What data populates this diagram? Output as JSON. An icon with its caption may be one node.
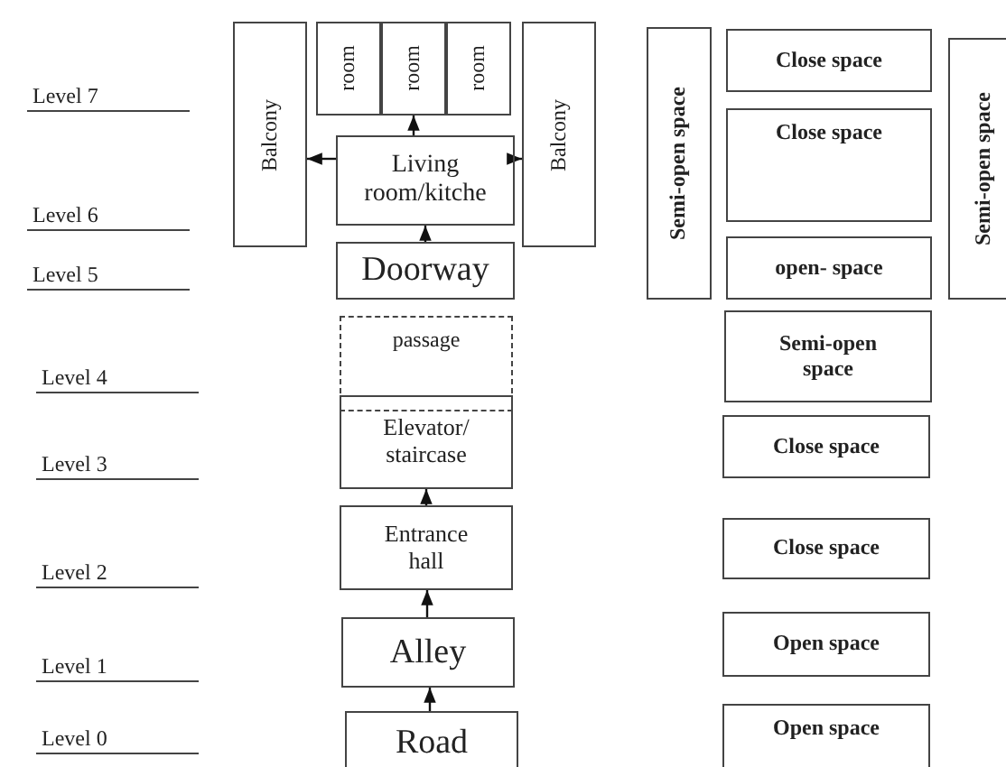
{
  "diagram": {
    "nodes": [
      {
        "text": [
          "Balcony"
        ]
      },
      {
        "text": [
          "room"
        ]
      },
      {
        "text": [
          "room"
        ]
      },
      {
        "text": [
          "room"
        ]
      },
      {
        "text": [
          "Balcony"
        ]
      },
      {
        "text": [
          "Living room/kitche"
        ]
      },
      {
        "text": [
          "Doorway"
        ]
      },
      {
        "text": [
          "passage"
        ]
      },
      {
        "text": [
          "Elevator/ staircase"
        ]
      },
      {
        "text": [
          "Entrance hall"
        ]
      },
      {
        "text": [
          "Alley"
        ]
      },
      {
        "text": [
          "Road"
        ]
      },
      {
        "text": [
          "Semi-open space"
        ]
      },
      {
        "text": [
          "Close space"
        ]
      },
      {
        "text": [
          "Close space"
        ]
      },
      {
        "text": [
          "open- space"
        ]
      },
      {
        "text": [
          "Semi-open space"
        ]
      },
      {
        "text": [
          "Semi-open space"
        ]
      },
      {
        "text": [
          "Close space"
        ]
      },
      {
        "text": [
          "Close space"
        ]
      },
      {
        "text": [
          "Open space"
        ]
      },
      {
        "text": [
          "Open space"
        ]
      }
    ],
    "edges": [
      {
        "from": 11,
        "to": 10,
        "arrow": "to"
      },
      {
        "from": 10,
        "to": 9,
        "arrow": "to"
      },
      {
        "from": 9,
        "to": 8,
        "arrow": "to"
      },
      {
        "from": 6,
        "to": 5,
        "arrow": "to"
      },
      {
        "from": 5,
        "to": 2,
        "arrow": "to"
      },
      {
        "from": 5,
        "to": 0,
        "arrow": "to"
      },
      {
        "from": 5,
        "to": 4,
        "arrow": "to"
      }
    ],
    "labels": [
      "Level 7",
      "Level 6",
      "Level 5",
      "Level 4",
      "Level 3",
      "Level 2",
      "Level 1",
      "Level 0"
    ]
  }
}
